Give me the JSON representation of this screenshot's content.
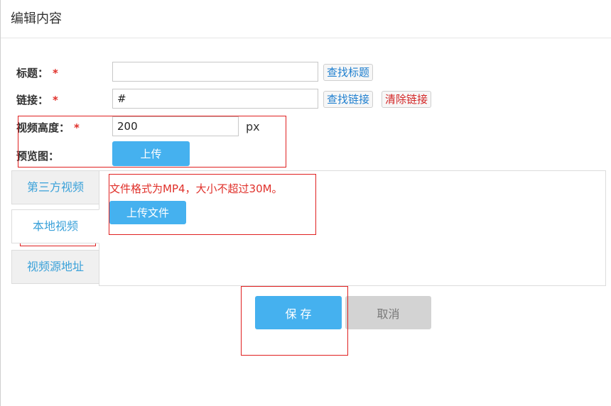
{
  "header": {
    "title": "编辑内容"
  },
  "form": {
    "title_label": "标题：",
    "link_label": "链接：",
    "height_label": "视频高度：",
    "preview_label": "预览图：",
    "required_mark": "*",
    "title_value": "",
    "link_value": "#",
    "height_value": "200",
    "height_unit": "px",
    "find_title_button": "查找标题",
    "find_link_button": "查找链接",
    "clear_link_button": "清除链接",
    "upload_button": "上传"
  },
  "tabs": [
    {
      "label": "第三方视频"
    },
    {
      "label": "本地视频"
    },
    {
      "label": "视频源地址"
    }
  ],
  "panel": {
    "hint": "文件格式为MP4，大小不超过30M。",
    "upload_file_button": "上传文件"
  },
  "actions": {
    "save": "保 存",
    "cancel": "取消"
  },
  "colors": {
    "primary": "#45b1ef",
    "required": "#e0302a",
    "annotation": "#e02020"
  }
}
